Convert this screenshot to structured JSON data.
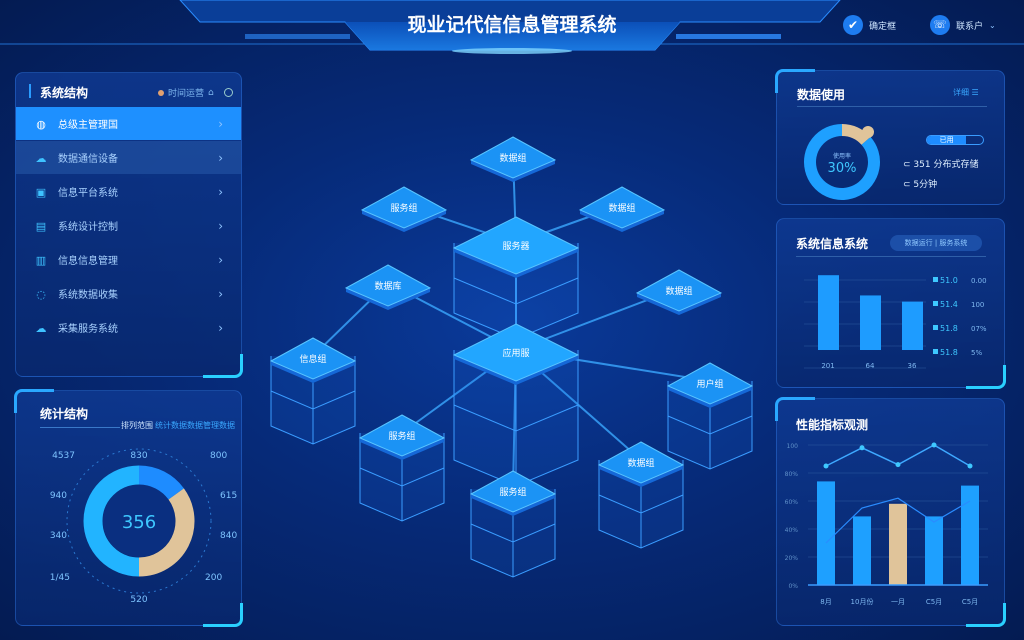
{
  "header": {
    "title": "现业记代信信息管理系统",
    "actions": [
      {
        "label": "确定框",
        "icon": "check-icon"
      },
      {
        "label": "联系户",
        "icon": "phone-icon"
      }
    ]
  },
  "colors": {
    "accent": "#1e90ff",
    "tan": "#e0c49a",
    "cyan": "#2ec4ff",
    "bg": "#062a78"
  },
  "left_nav": {
    "title": "系统结构",
    "status": "时间运营",
    "items": [
      {
        "label": "总级主管理国",
        "icon": "globe-icon",
        "active": true
      },
      {
        "label": "数据通信设备",
        "icon": "cloud-icon"
      },
      {
        "label": "信息平台系统",
        "icon": "browser-icon"
      },
      {
        "label": "系统设计控制",
        "icon": "folder-icon"
      },
      {
        "label": "信息信息管理",
        "icon": "server-icon"
      },
      {
        "label": "系统数据收集",
        "icon": "ring-icon"
      },
      {
        "label": "采集服务系统",
        "icon": "cloud-icon"
      }
    ]
  },
  "stats": {
    "title": "统计结构",
    "tab": "排列范围",
    "subtitle": "统计数据数据管理数据",
    "center": "356",
    "labels": [
      "830",
      "800",
      "615",
      "840",
      "200",
      "520",
      "1/45",
      "340",
      "940",
      "4537"
    ],
    "donut": [
      {
        "value": 15,
        "color": "#1e8cff"
      },
      {
        "value": 35,
        "color": "#e0c49a"
      },
      {
        "value": 50,
        "color": "#22b4ff"
      }
    ]
  },
  "network": {
    "nodes": [
      "数据组",
      "服务组",
      "数据组",
      "服务器",
      "数据库",
      "数据组",
      "应用服",
      "信息组",
      "用户组",
      "服务组",
      "数据组",
      "服务组"
    ]
  },
  "usage": {
    "title": "数据使用",
    "menu": "详细",
    "donut_label": "使用率",
    "donut_value": "30%",
    "percent": 30,
    "rows": [
      "已用",
      "351 分布式存储",
      "5分钟"
    ]
  },
  "sys_chart": {
    "title": "系统信息系统",
    "badge": "数据运行 | 服务系统",
    "x": [
      "201",
      "64",
      "36"
    ],
    "values": [
      85,
      62,
      55
    ],
    "legend": [
      "51.0",
      "51.4",
      "51.8",
      "51.8"
    ],
    "right": [
      "0.00",
      "100",
      "07%",
      "5%"
    ]
  },
  "trend_chart": {
    "title": "性能指标观测",
    "y_ticks": [
      "100",
      "80%",
      "60%",
      "40%",
      "20%",
      "0%"
    ],
    "x": [
      "8月",
      "10月份",
      "一月",
      "C5月",
      "C5月"
    ],
    "bars": [
      74,
      49,
      58,
      49,
      71
    ],
    "line1": [
      85,
      98,
      86,
      100,
      85
    ],
    "line2": [
      30,
      55,
      62,
      45,
      60
    ]
  }
}
